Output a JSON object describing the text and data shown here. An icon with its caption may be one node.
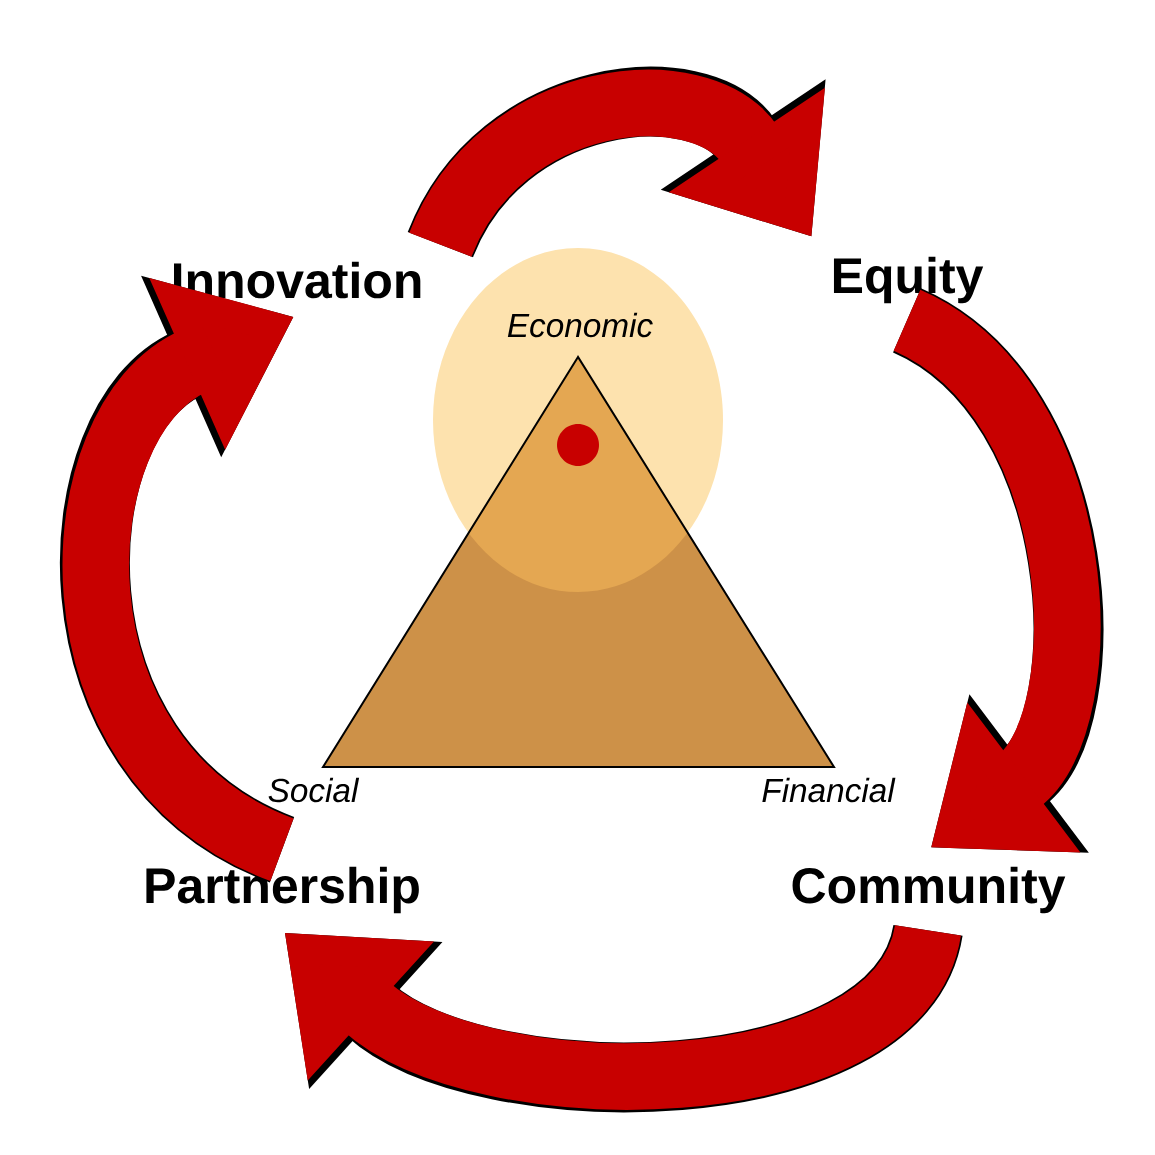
{
  "diagram": {
    "nodes": [
      {
        "text": [
          "Innovation"
        ]
      },
      {
        "text": [
          "Equity"
        ]
      },
      {
        "text": [
          "Community"
        ]
      },
      {
        "text": [
          "Partnership"
        ]
      }
    ],
    "edges": [
      {
        "from": 0,
        "to": 1,
        "arrow": "to"
      },
      {
        "from": 1,
        "to": 2,
        "arrow": "to"
      },
      {
        "from": 2,
        "to": 3,
        "arrow": "to"
      },
      {
        "from": 3,
        "to": 0,
        "arrow": "to"
      }
    ],
    "labels": [
      "Economic",
      "Social",
      "Financial"
    ]
  }
}
